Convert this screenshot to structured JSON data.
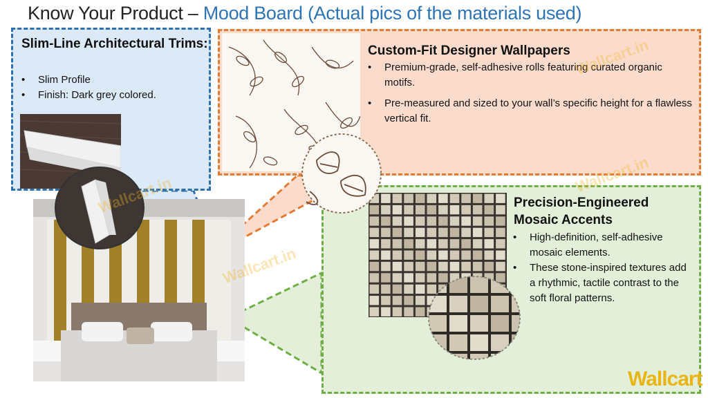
{
  "header": {
    "title_part1": "Know Your Product – ",
    "title_part2": "Mood Board (Actual pics of the materials used)"
  },
  "trims": {
    "title": "Slim-Line Architectural Trims:",
    "bullets": [
      "Slim Profile",
      "Finish: Dark grey colored."
    ]
  },
  "wallpapers": {
    "title": "Custom-Fit Designer Wallpapers",
    "bullets": [
      "Premium-grade, self-adhesive rolls featuring curated organic motifs.",
      "Pre-measured and sized to your wall’s specific height for a flawless vertical fit."
    ]
  },
  "mosaic": {
    "title": "Precision-Engineered Mosaic Accents",
    "bullets": [
      "High-definition, self-adhesive mosaic elements.",
      "These stone-inspired textures add a rhythmic, tactile contrast to the soft floral patterns."
    ]
  },
  "watermark": {
    "text": "Wallcart.in"
  },
  "brand": {
    "logo_text": "Wallcart",
    "color": "#e8b514"
  },
  "colors": {
    "accent_blue": "#2e74b5",
    "panel_blue": "#dce9f7",
    "panel_orange": "#fbdccc",
    "panel_green": "#e3efd9"
  }
}
